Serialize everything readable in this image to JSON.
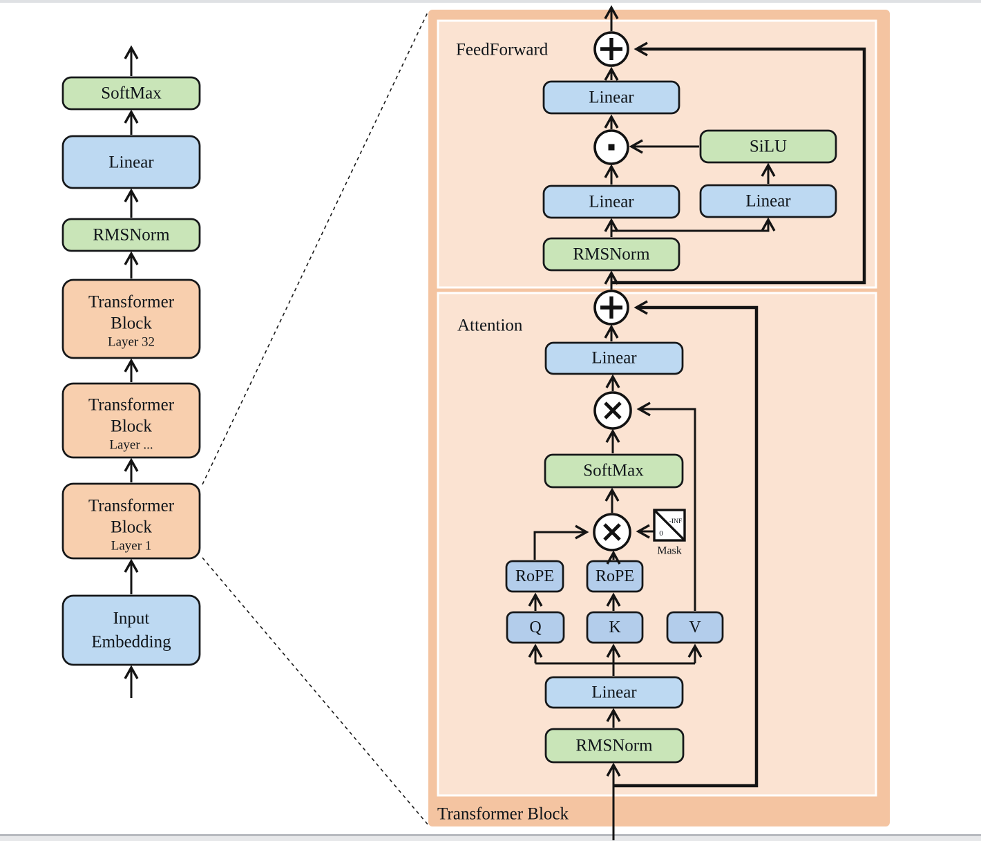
{
  "left_stack": {
    "boxes": [
      {
        "id": "softmax",
        "lines": [
          "SoftMax"
        ]
      },
      {
        "id": "linear",
        "lines": [
          "Linear"
        ]
      },
      {
        "id": "rmsnorm",
        "lines": [
          "RMSNorm"
        ]
      },
      {
        "id": "transformer-32",
        "lines": [
          "Transformer",
          "Block",
          "Layer 32"
        ]
      },
      {
        "id": "transformer-n",
        "lines": [
          "Transformer",
          "Block",
          "Layer ..."
        ]
      },
      {
        "id": "transformer-1",
        "lines": [
          "Transformer",
          "Block",
          "Layer 1"
        ]
      },
      {
        "id": "input-embedding",
        "lines": [
          "Input",
          "Embedding"
        ]
      }
    ]
  },
  "panel": {
    "feedforward_label": "FeedForward",
    "attention_label": "Attention",
    "block_label": "Transformer Block",
    "ff": {
      "linear_out": "Linear",
      "silu": "SiLU",
      "linear_gate": "Linear",
      "linear_up": "Linear",
      "rmsnorm": "RMSNorm"
    },
    "attn": {
      "linear_out": "Linear",
      "softmax": "SoftMax",
      "rope_q": "RoPE",
      "rope_k": "RoPE",
      "q": "Q",
      "k": "K",
      "v": "V",
      "linear_in": "Linear",
      "rmsnorm": "RMSNorm",
      "mask": {
        "label": "Mask",
        "top_right": "-INF",
        "bottom_left": "0"
      }
    },
    "operators": {
      "add": "+",
      "matmul": "×",
      "elementwise": "·"
    }
  },
  "colors": {
    "box_blue": "#bdd9f2",
    "box_blue_small": "#b3cdeb",
    "box_green": "#c9e5b8",
    "box_orange": "#f8cfae",
    "panel_outer": "#f4c4a1",
    "panel_inner": "#fbe3d2",
    "line": "#141414"
  }
}
